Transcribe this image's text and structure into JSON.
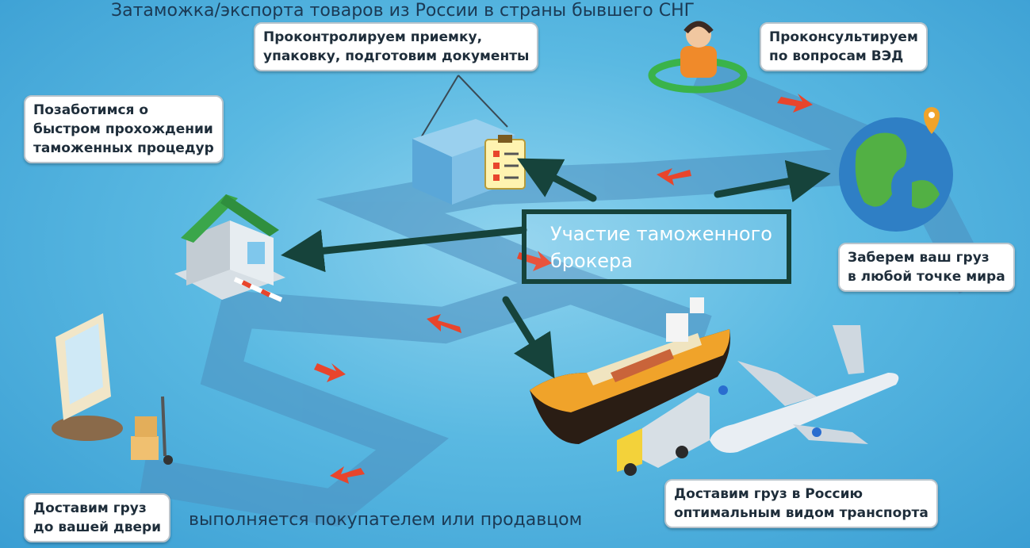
{
  "title": "Затаможка/экспорта товаров из России в страны бывшего СНГ",
  "steps": {
    "control": [
      "Проконтролируем приемку,",
      "упаковку, подготовим документы"
    ],
    "consult": [
      "Проконсультируем",
      "по вопросам ВЭД"
    ],
    "customs": [
      "Позаботимся о",
      "быстром прохождении",
      "таможенных процедур"
    ],
    "pickup": [
      "Заберем ваш груз",
      "в любой точке мира"
    ],
    "deliver_russia": [
      "Доставим груз в Россию",
      "оптимальным видом транспорта"
    ],
    "deliver_door": [
      "Доставим груз",
      "до вашей двери"
    ]
  },
  "broker": [
    "Участие таможенного",
    "брокера"
  ],
  "footer": "выполняется покупателем или продавцом",
  "colors": {
    "background": "#5ab9e2",
    "road": "#4d8fbf",
    "route_arrow": "#e8452c",
    "broker_arrow": "#16433b",
    "label_border": "#b9c4cc"
  },
  "icons": [
    "operator-icon",
    "container-icon",
    "checklist-icon",
    "globe-icon",
    "location-pin-icon",
    "customs-house-icon",
    "barrier-icon",
    "ship-icon",
    "truck-icon",
    "airplane-icon",
    "door-icon",
    "hand-truck-icon"
  ]
}
